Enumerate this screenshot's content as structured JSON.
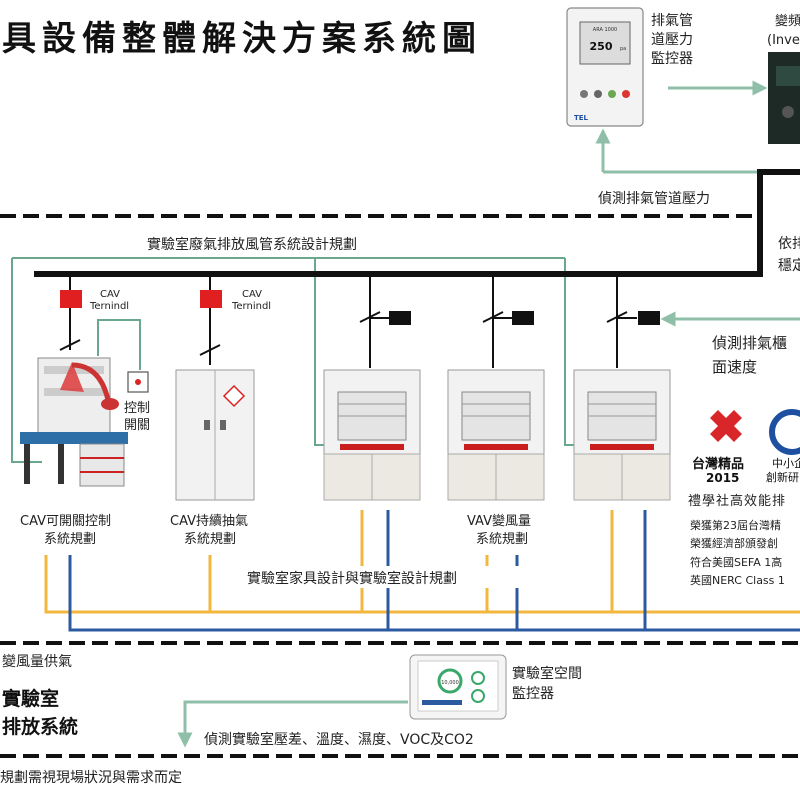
{
  "title": "具設備整體解決方案系統圖",
  "pressure_monitor": {
    "label_lines": [
      "排氣管",
      "道壓力",
      "監控器"
    ],
    "screen_model": "ARA 1000",
    "screen_value": "250",
    "screen_unit": "pa",
    "brand": "TEL"
  },
  "inverter": {
    "label_lines": [
      "變頻",
      "(Inve"
    ]
  },
  "detect_duct_pressure": "偵測排氣管道壓力",
  "duct_design": "實驗室廢氣排放風管系統設計規劃",
  "right_note_lines": [
    "依排",
    "穩定"
  ],
  "cav_terminal_1": {
    "lines": [
      "CAV",
      "Ternindl"
    ]
  },
  "cav_terminal_2": {
    "lines": [
      "CAV",
      "Ternindl"
    ]
  },
  "control_switch": [
    "控制",
    "開關"
  ],
  "detect_face_velocity": [
    "偵測排氣櫃",
    "面速度"
  ],
  "captions": {
    "cav_switch": [
      "CAV可開關控制",
      "系統規劃"
    ],
    "cav_continuous": [
      "CAV持續抽氣",
      "系統規劃"
    ],
    "vav": [
      "VAV變風量",
      "系統規劃"
    ]
  },
  "awards": {
    "taiwan_excellence": [
      "台灣精品",
      "2015"
    ],
    "sme": [
      "中小企",
      "創新研"
    ]
  },
  "company_lines": [
    "禮學社高效能排",
    "榮獲第23屆台灣精",
    "榮獲經濟部頒發創",
    "符合美國SEFA 1高",
    "英國NERC Class 1"
  ],
  "furniture_design": "實驗室家具設計與實驗室設計規劃",
  "vav_supply": "變風量供氣",
  "lab_exhaust": [
    "實驗室",
    "排放系統"
  ],
  "space_monitor": {
    "label_lines": [
      "實驗室空間",
      "監控器"
    ],
    "screen_value": "10,000"
  },
  "detect_lab": "偵測實驗室壓差、溫度、濕度、VOC及CO2",
  "footer": "規劃需視現場狀況與需求而定",
  "colors": {
    "green_line": "#6aa88e",
    "arrow": "#8fbfa8",
    "duct": "#111111",
    "damper_red": "#e02020",
    "yellow": "#f2b73c",
    "blue": "#2c5aa0",
    "hood_red": "#c81e1e",
    "award_red": "#d8262b",
    "award_blue": "#1f4fa0"
  }
}
